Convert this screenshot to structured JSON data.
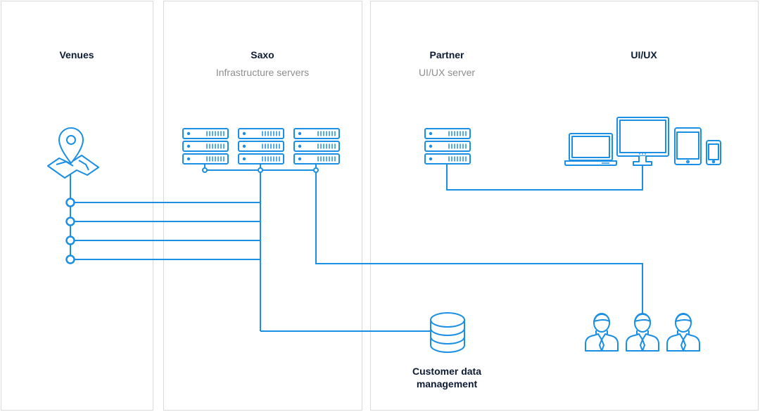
{
  "columns": {
    "venues": {
      "title": "Venues"
    },
    "saxo": {
      "title": "Saxo",
      "subtitle": "Infrastructure servers"
    },
    "partner": {
      "title": "Partner",
      "subtitle": "UI/UX server"
    },
    "uiux": {
      "title": "UI/UX"
    }
  },
  "database": {
    "label_line1": "Customer data",
    "label_line2": "management"
  },
  "colors": {
    "line": "#1a8fe3",
    "text": "#0d1b33",
    "muted": "#8e8e8e",
    "border": "#d9d9d9"
  },
  "icons": [
    "map-pin-icon",
    "server-icon",
    "laptop-icon",
    "monitor-icon",
    "tablet-icon",
    "phone-icon",
    "database-icon",
    "user-icon"
  ]
}
